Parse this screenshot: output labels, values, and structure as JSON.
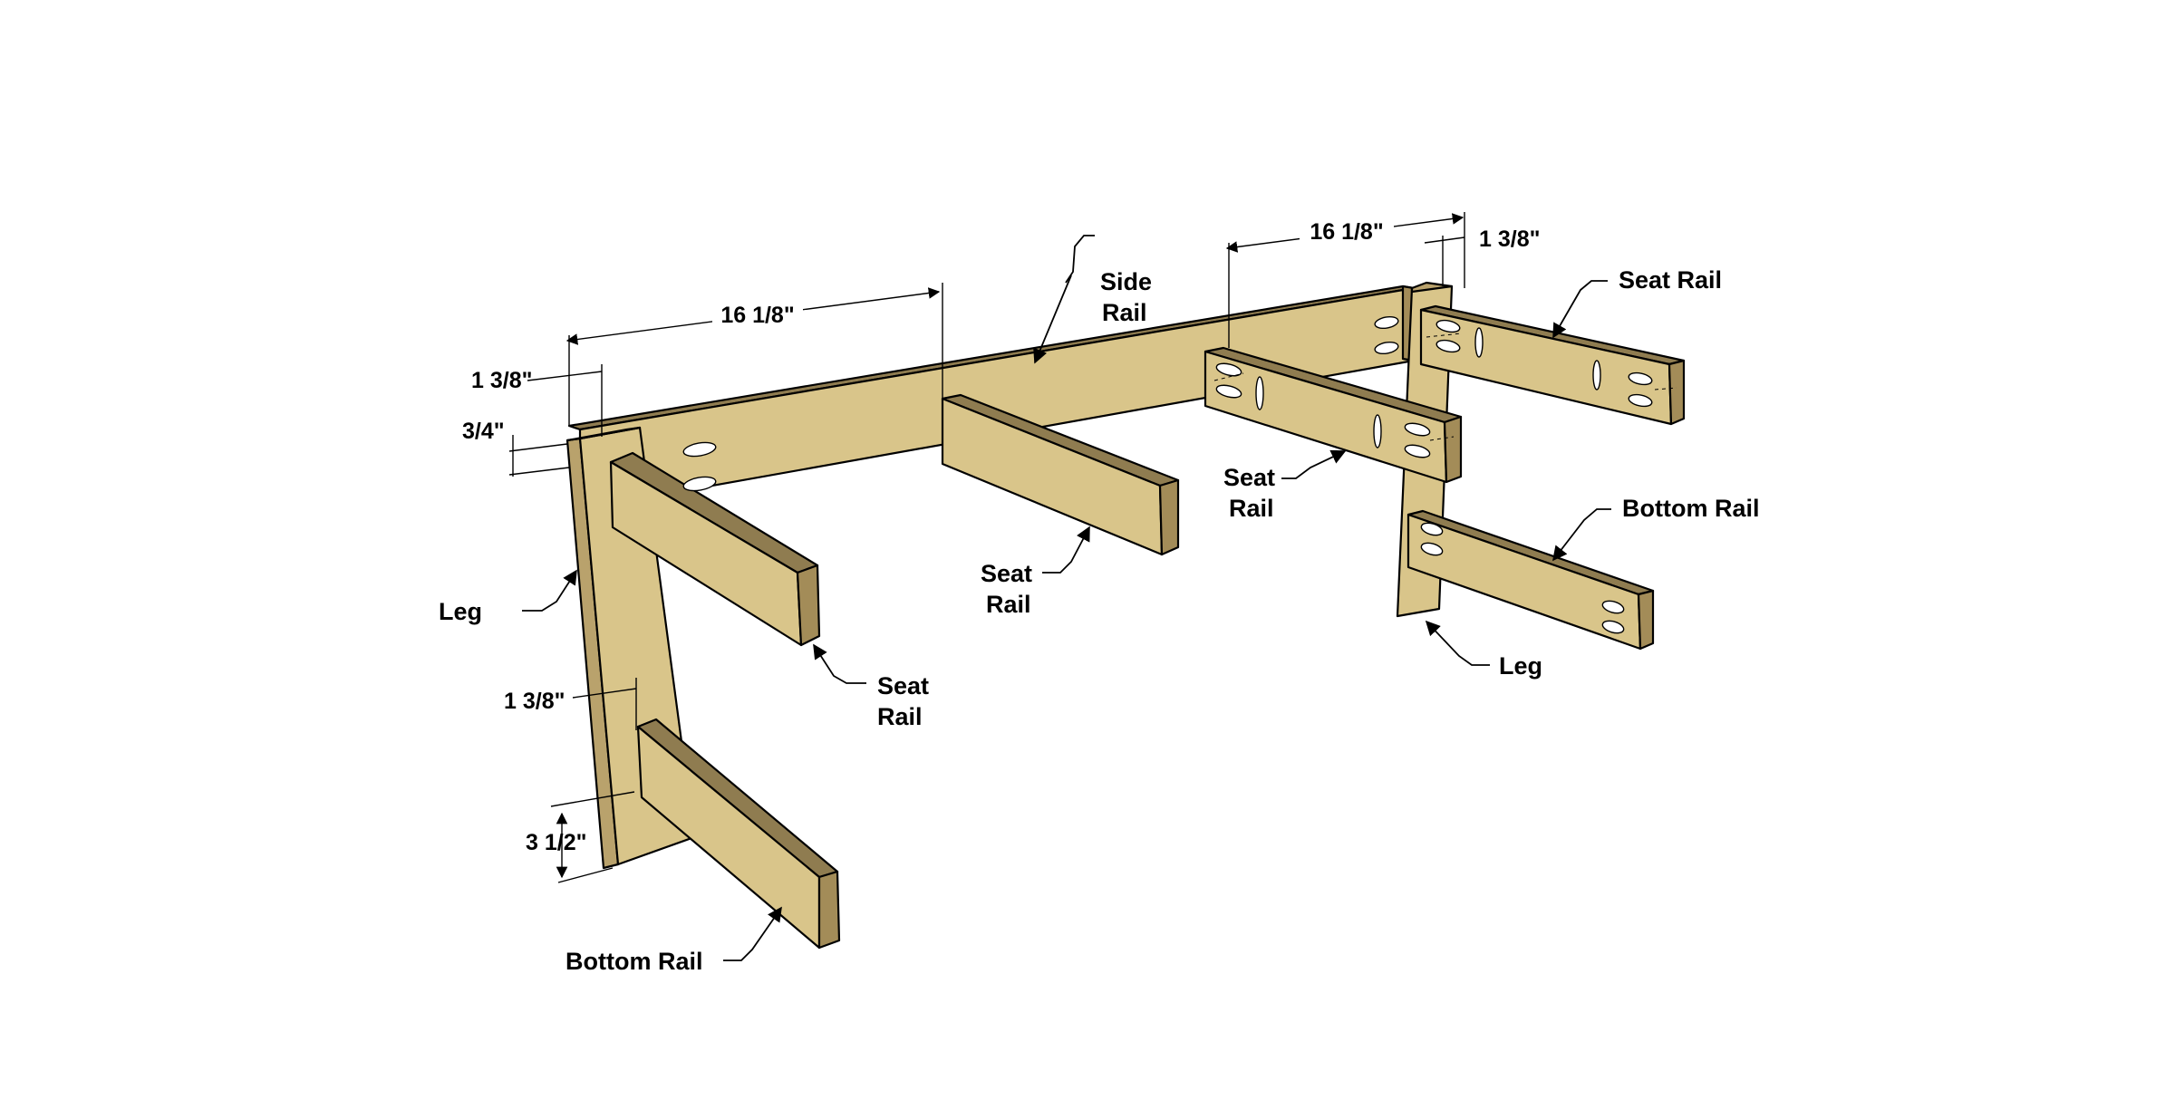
{
  "colors": {
    "wood_face": "#d9c58a",
    "wood_front": "#b9a26c",
    "wood_top": "#8f7c50",
    "wood_end": "#a38c58",
    "line": "#000000",
    "background": "#ffffff"
  },
  "labels": {
    "side_rail": [
      "Side",
      "Rail"
    ],
    "seat_rail_left": [
      "Seat",
      "Rail"
    ],
    "seat_rail_middle": [
      "Seat",
      "Rail"
    ],
    "seat_rail_center": [
      "Seat",
      "Rail"
    ],
    "seat_rail_right": "Seat Rail",
    "bottom_rail_left": "Bottom Rail",
    "bottom_rail_right": "Bottom Rail",
    "leg_left": "Leg",
    "leg_right": "Leg"
  },
  "dimensions": {
    "span_left": "16 1/8\"",
    "span_right": "16 1/8\"",
    "offset_top_left": "1 3/8\"",
    "offset_top_right": "1 3/8\"",
    "thickness": "3/4\"",
    "offset_bottom": "1 3/8\"",
    "bottom_height": "3 1/2\""
  }
}
